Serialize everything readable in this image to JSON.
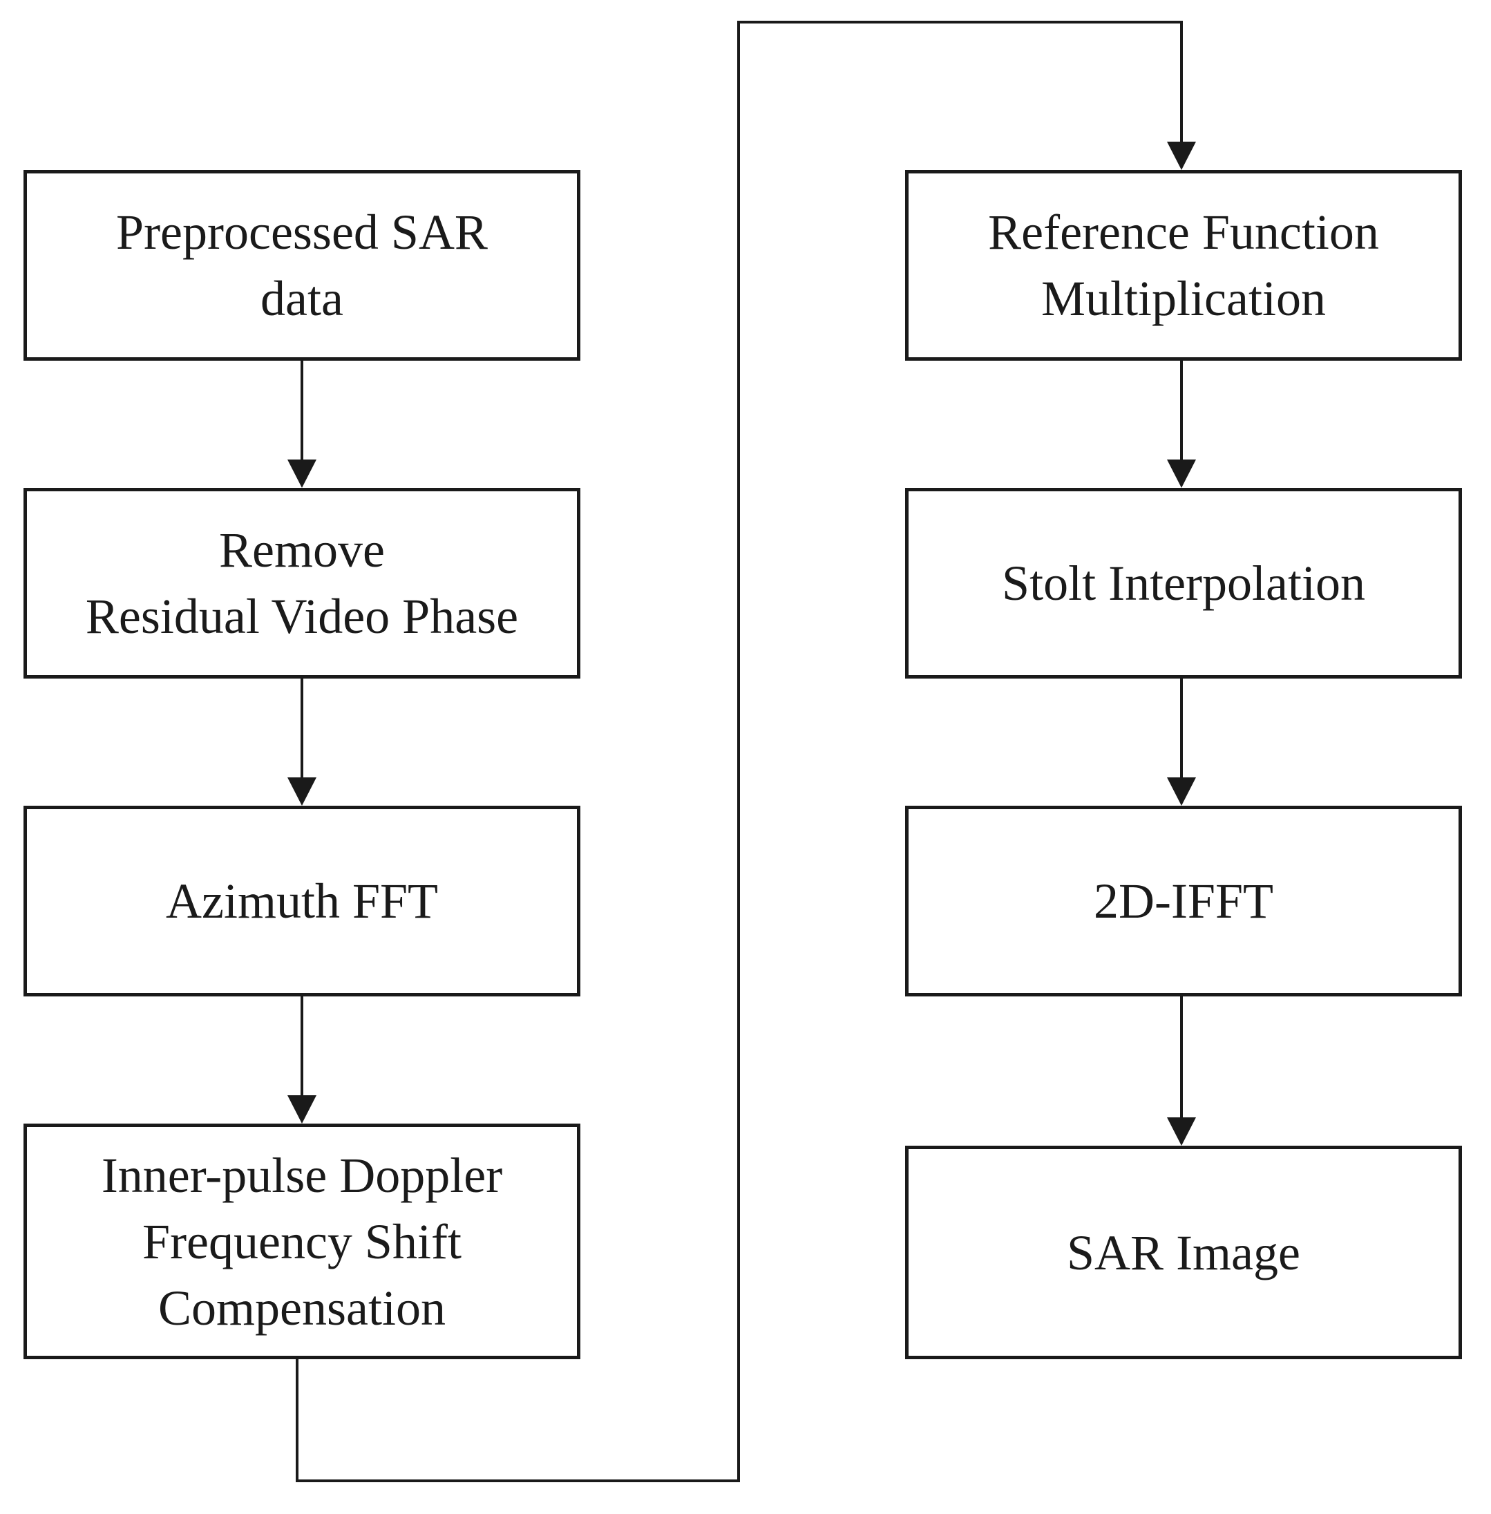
{
  "steps_left": [
    {
      "id": "preprocessed",
      "lines": [
        "Preprocessed SAR",
        "data"
      ]
    },
    {
      "id": "remove-rvp",
      "lines": [
        "Remove",
        "Residual Video Phase"
      ]
    },
    {
      "id": "azimuth-fft",
      "lines": [
        "Azimuth FFT"
      ]
    },
    {
      "id": "inner-pulse",
      "lines": [
        "Inner-pulse Doppler",
        "Frequency Shift",
        "Compensation"
      ]
    }
  ],
  "steps_right": [
    {
      "id": "ref-func",
      "lines": [
        "Reference Function",
        "Multiplication"
      ]
    },
    {
      "id": "stolt",
      "lines": [
        "Stolt Interpolation"
      ]
    },
    {
      "id": "ifft2d",
      "lines": [
        "2D-IFFT"
      ]
    },
    {
      "id": "sar-image",
      "lines": [
        "SAR Image"
      ]
    }
  ]
}
